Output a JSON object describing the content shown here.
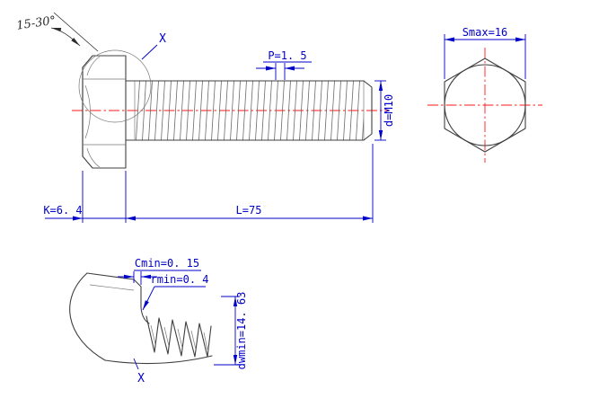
{
  "colors": {
    "dimension_blue": "#0000c8",
    "centerline_red": "#ff1a1a",
    "outline_gray": "#3f3f3f"
  },
  "main_view": {
    "chamfer_angle_label": "15-30°",
    "detail_callout_label": "X",
    "thread_pitch_label": "P=1. 5",
    "thread_diameter_label": "d=M10",
    "head_height_label": "K=6. 4",
    "length_label": "L=75"
  },
  "end_view": {
    "width_across_flats_label": "Smax=16"
  },
  "detail_view": {
    "chamfer_min_label": "Cmin=0. 15",
    "fillet_radius_min_label": "rmin=0. 4",
    "washer_face_diameter_label": "dwmin=14. 63",
    "detail_name_label": "X"
  }
}
